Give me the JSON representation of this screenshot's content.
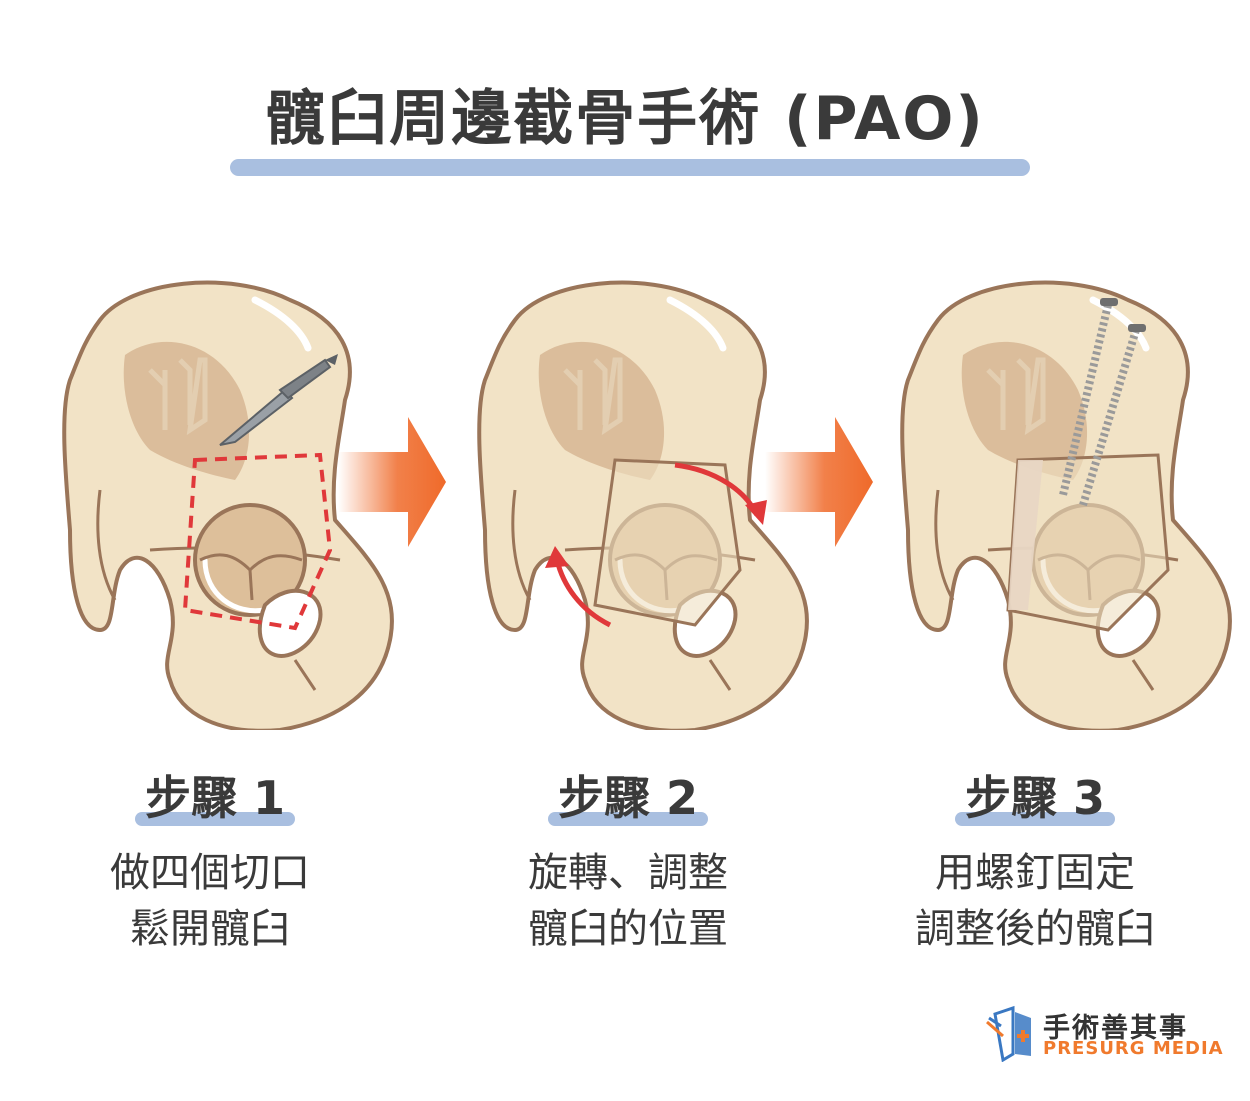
{
  "title": "髖臼周邊截骨手術 (PAO)",
  "steps": [
    {
      "label": "步驟 1",
      "lines": [
        "做四個切口",
        "鬆開髖臼"
      ]
    },
    {
      "label": "步驟 2",
      "lines": [
        "旋轉、調整",
        "髖臼的位置"
      ]
    },
    {
      "label": "步驟 3",
      "lines": [
        "用螺釘固定",
        "調整後的髖臼"
      ]
    }
  ],
  "brand": {
    "name_cn": "手術善其事",
    "name_en": "PRESURG MEDIA"
  },
  "colors": {
    "bone": "#f2e3c6",
    "bone_shadow": "#d3b08c",
    "outline": "#9a7559",
    "accent_bar": "#a9bfe0",
    "arrow": "#ef6a2a",
    "cut_line": "#e0383a",
    "rotate_arrow": "#e0383a",
    "screw": "#9a9a9a"
  },
  "icons": [
    "scalpel-icon",
    "rotate-arrow-icon",
    "screw-icon",
    "process-arrow-icon",
    "brand-logo-icon"
  ]
}
